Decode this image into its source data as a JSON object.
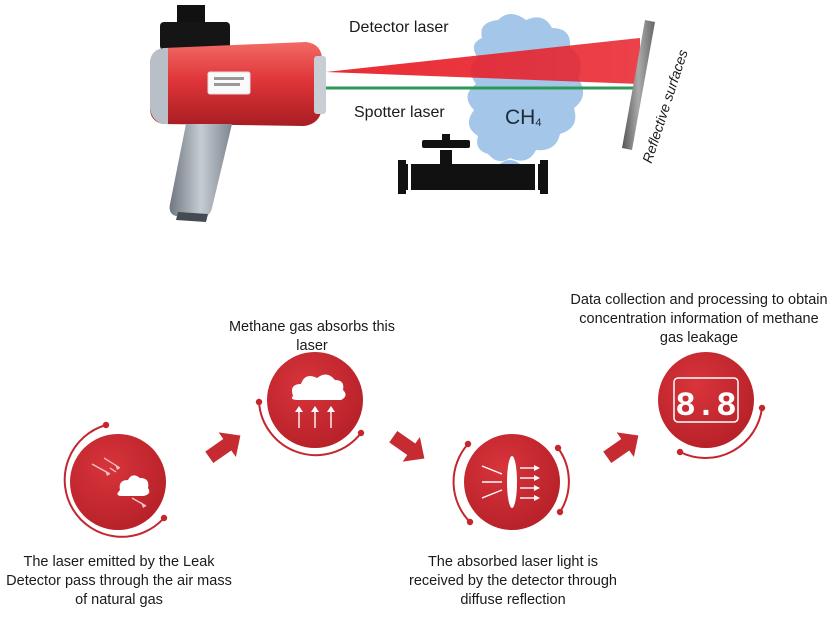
{
  "top_diagram": {
    "detector_laser_label": "Detector laser",
    "spotter_laser_label": "Spotter laser",
    "gas_label_main": "CH",
    "gas_label_sub": "4",
    "reflective_surface_label": "Reflective surfaces"
  },
  "steps": [
    {
      "text": "The laser emitted by the Leak Detector pass through the air mass of natural gas"
    },
    {
      "text": "Methane gas absorbs this laser"
    },
    {
      "text": "The absorbed laser light is received by the detector through diffuse reflection"
    },
    {
      "text": "Data collection and processing to obtain concentration information of methane gas leakage"
    }
  ],
  "display_digits": "8.8",
  "colors": {
    "accent_red": "#c4262e",
    "arrow_red": "#c62b31",
    "detector_laser": "#e8202a",
    "spotter_laser": "#2e9a57",
    "gas_cloud": "#9fc4e8",
    "pipe": "#111111",
    "gun_red": "#e0363a",
    "gun_grey": "#9ba3ad"
  }
}
